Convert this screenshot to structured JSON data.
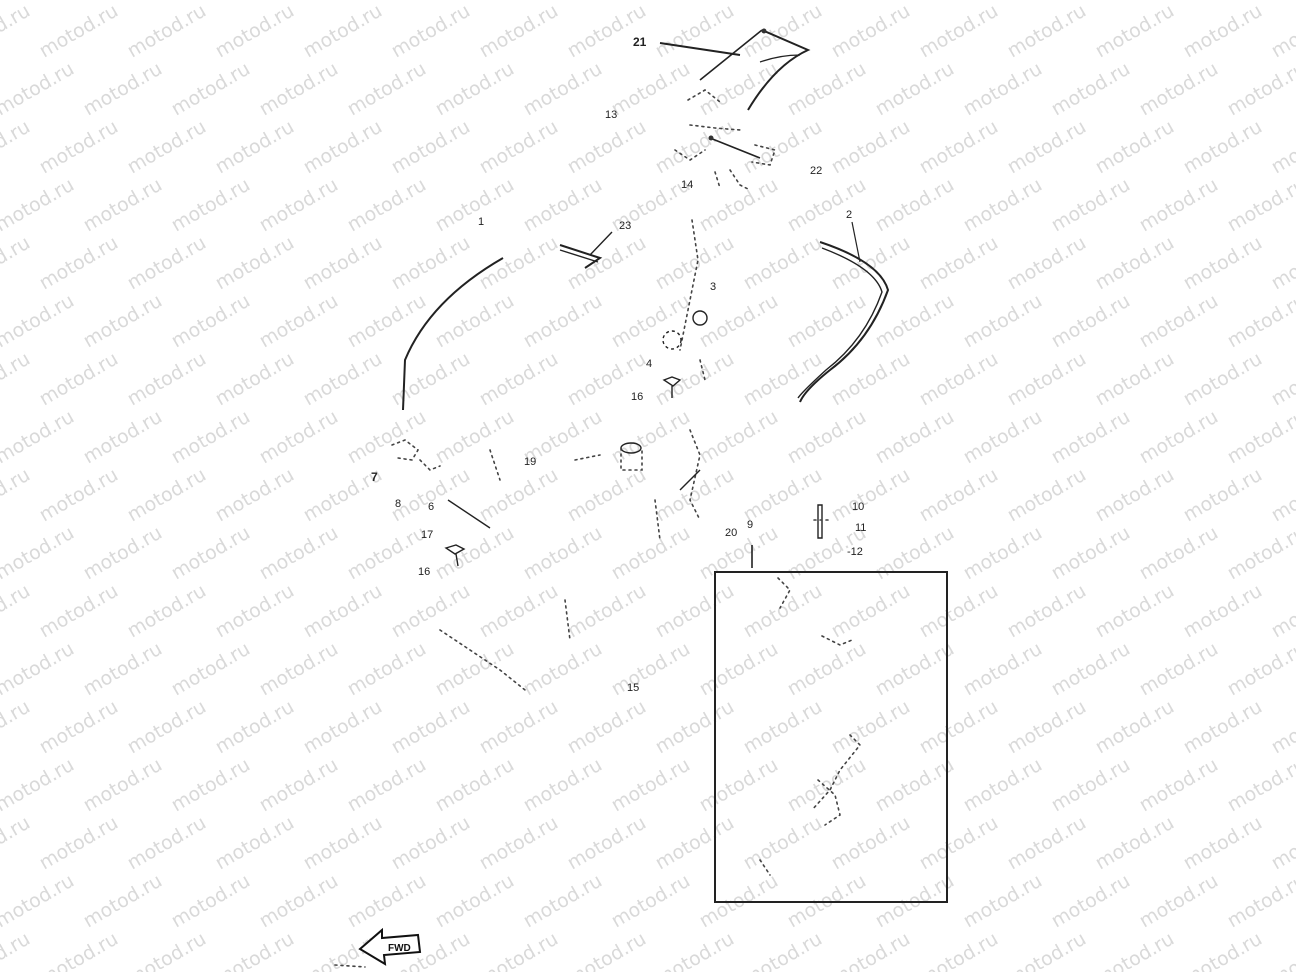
{
  "watermark": {
    "text": "motod.ru",
    "color": "#d9d9d9"
  },
  "parts": [
    {
      "id": "21",
      "label": "21"
    },
    {
      "id": "13",
      "label": "13"
    },
    {
      "id": "22",
      "label": "22"
    },
    {
      "id": "14",
      "label": "14"
    },
    {
      "id": "1",
      "label": "1"
    },
    {
      "id": "23",
      "label": "23"
    },
    {
      "id": "2",
      "label": "2"
    },
    {
      "id": "3",
      "label": "3"
    },
    {
      "id": "4",
      "label": "4"
    },
    {
      "id": "16a",
      "label": "16"
    },
    {
      "id": "19",
      "label": "19"
    },
    {
      "id": "7",
      "label": "7"
    },
    {
      "id": "8",
      "label": "8"
    },
    {
      "id": "6",
      "label": "6"
    },
    {
      "id": "17",
      "label": "17"
    },
    {
      "id": "16b",
      "label": "16"
    },
    {
      "id": "20",
      "label": "20"
    },
    {
      "id": "9",
      "label": "9"
    },
    {
      "id": "10",
      "label": "10"
    },
    {
      "id": "11",
      "label": "11"
    },
    {
      "id": "12",
      "label": "-12"
    },
    {
      "id": "15",
      "label": "15"
    }
  ],
  "direction_arrow": {
    "label": "FWD",
    "icon": "arrow-left-icon"
  }
}
